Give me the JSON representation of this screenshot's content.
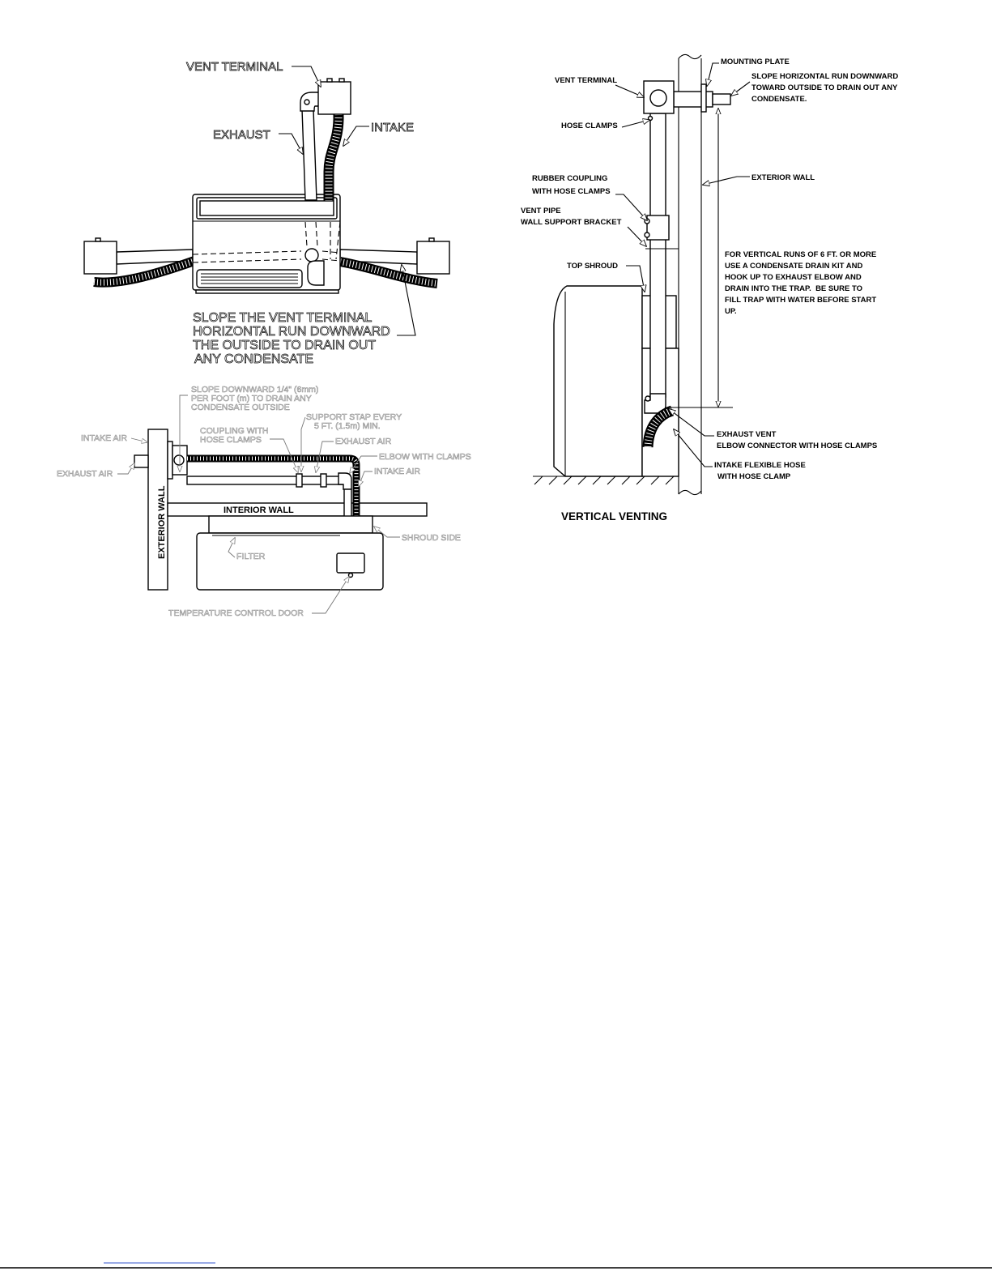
{
  "front_view": {
    "vent_terminal": "VENT TERMINAL",
    "exhaust": "EXHAUST",
    "intake": "INTAKE",
    "slope_note": [
      "SLOPE THE VENT TERMINAL",
      "HORIZONTAL RUN DOWNWARD",
      "THE OUTSIDE TO DRAIN OUT",
      "ANY CONDENSATE"
    ]
  },
  "top_view": {
    "slope_note": [
      "SLOPE DOWNWARD 1/4\" (6mm)",
      "PER FOOT (m) TO DRAIN ANY",
      "CONDENSATE OUTSIDE"
    ],
    "support_strap": [
      "SUPPORT STAP EVERY",
      "5 FT. (1.5m) MIN."
    ],
    "coupling": [
      "COUPLING WITH",
      "HOSE CLAMPS"
    ],
    "exhaust_air_right": "EXHAUST AIR",
    "elbow": "ELBOW WITH CLAMPS",
    "intake_air_right": "INTAKE AIR",
    "intake_air_left": "INTAKE AIR",
    "exhaust_air_left": "EXHAUST AIR",
    "exterior_wall": "EXTERIOR WALL",
    "interior_wall": "INTERIOR WALL",
    "shroud_side": "SHROUD SIDE",
    "filter": "FILTER",
    "temperature_control_door": "TEMPERATURE CONTROL DOOR"
  },
  "vertical_venting": {
    "title": "VERTICAL VENTING",
    "mounting_plate": "MOUNTING PLATE",
    "slope_note": [
      "SLOPE HORIZONTAL RUN DOWNWARD",
      "TOWARD OUTSIDE TO DRAIN OUT ANY",
      "CONDENSATE."
    ],
    "vent_terminal": "VENT TERMINAL",
    "hose_clamps": "HOSE CLAMPS",
    "exterior_wall": "EXTERIOR WALL",
    "rubber_coupling": [
      "RUBBER COUPLING",
      "WITH HOSE CLAMPS"
    ],
    "vent_pipe_bracket": [
      "VENT PIPE",
      "WALL SUPPORT BRACKET"
    ],
    "top_shroud": "TOP SHROUD",
    "condensate_note": [
      "FOR VERTICAL RUNS OF 6 FT. OR MORE",
      "USE A CONDENSATE DRAIN KIT AND",
      "HOOK UP TO EXHAUST ELBOW AND",
      "DRAIN INTO THE TRAP.  BE SURE TO",
      "FILL TRAP WITH WATER BEFORE START",
      "UP."
    ],
    "exhaust_elbow": [
      "EXHAUST VENT",
      "ELBOW CONNECTOR WITH HOSE CLAMPS"
    ],
    "intake_hose": [
      "INTAKE FLEXIBLE HOSE",
      "WITH HOSE CLAMP"
    ]
  },
  "colors": {
    "line": "#000000",
    "link_underline": "#3355cc"
  }
}
